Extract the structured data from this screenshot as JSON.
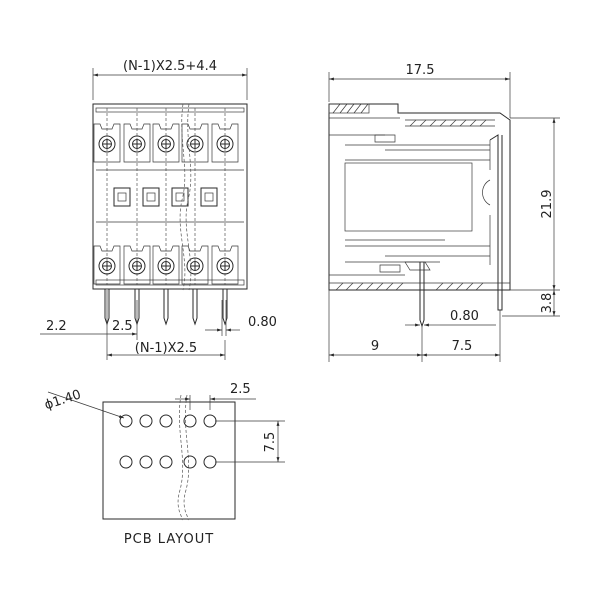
{
  "front_view": {
    "dim_total_width": "(N-1)X2.5+4.4",
    "dim_left_offset": "2.2",
    "dim_pitch": "2.5",
    "dim_pin_width": "0.80",
    "dim_pin_span": "(N-1)X2.5"
  },
  "side_view": {
    "dim_depth": "17.5",
    "dim_height": "21.9",
    "dim_pin_length": "3.8",
    "dim_pin_width": "0.80",
    "dim_front": "9",
    "dim_rear": "7.5"
  },
  "pcb_layout": {
    "dim_hole_diameter": "ϕ1.40",
    "dim_pitch": "2.5",
    "dim_row_spacing": "7.5",
    "caption": "PCB LAYOUT"
  }
}
